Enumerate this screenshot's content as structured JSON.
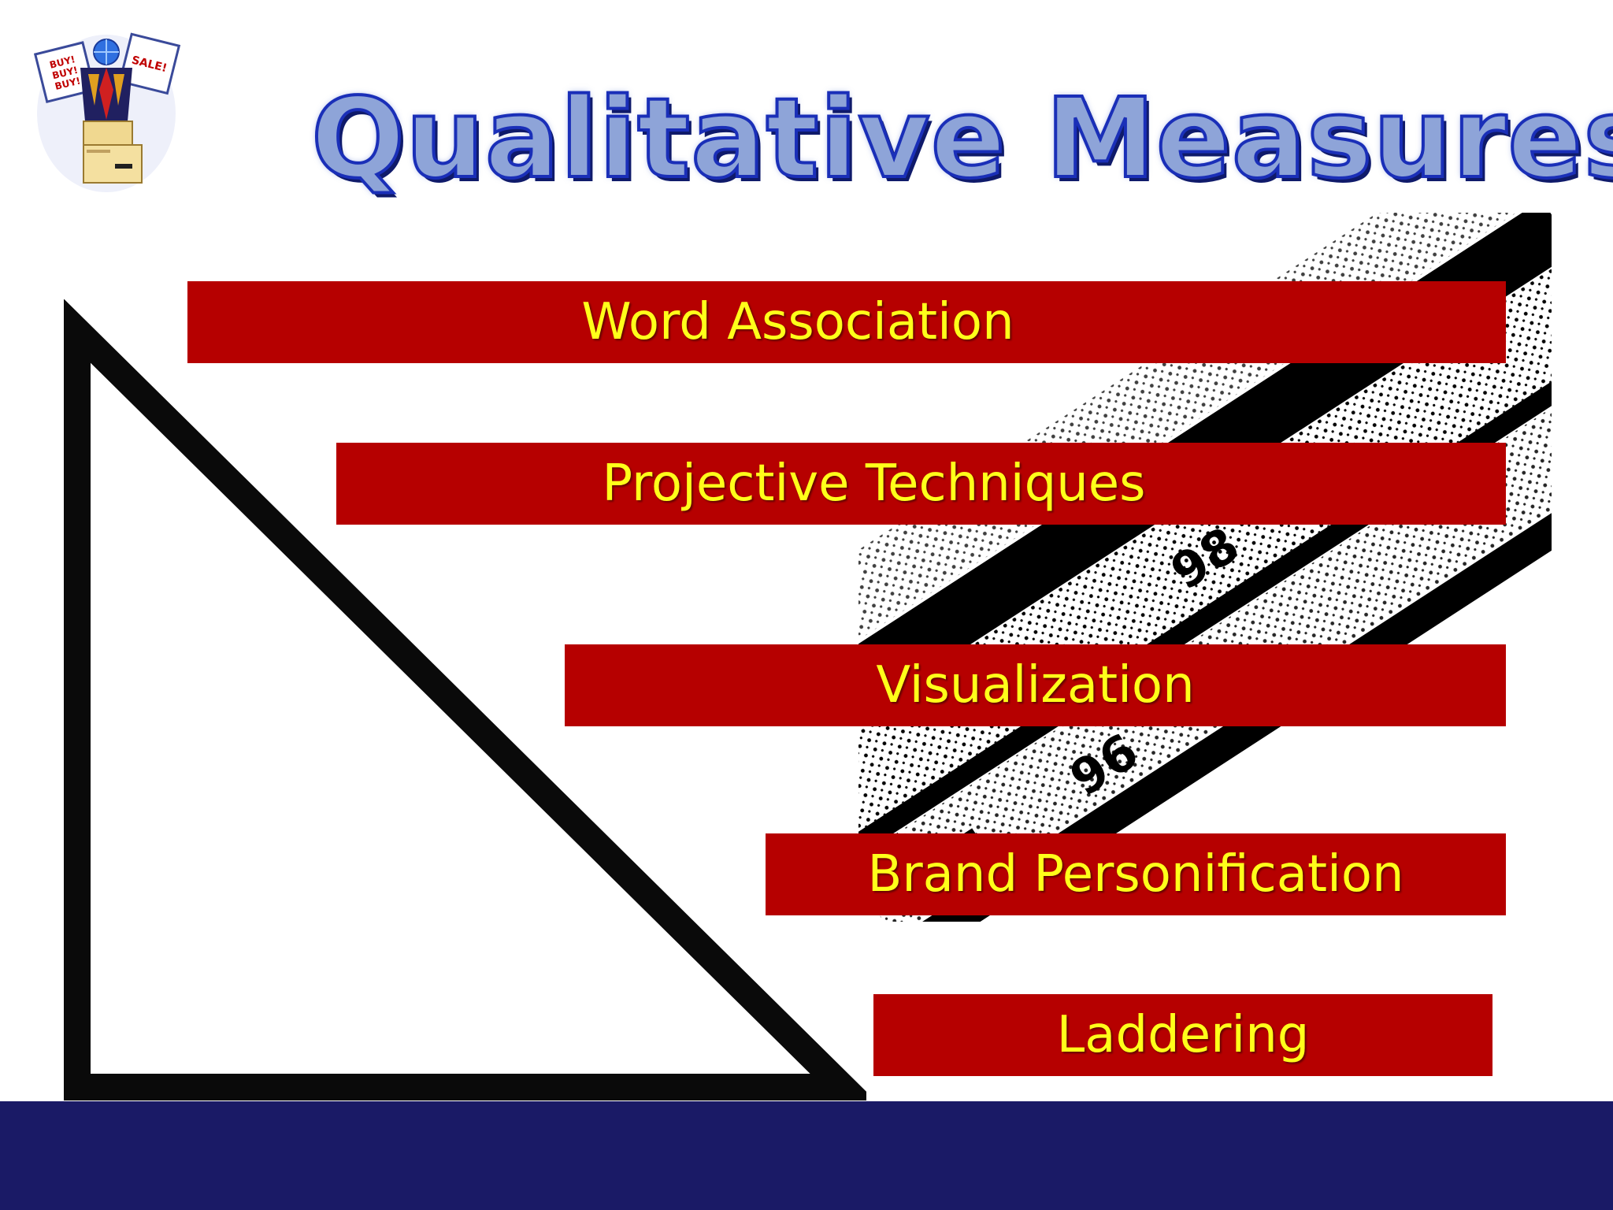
{
  "slide": {
    "title": "Qualitative Measures",
    "logo_icon": "shopping-computer-logo-icon",
    "logo_sign_left": "BUY! BUY! BUY!",
    "logo_sign_right": "SALE!",
    "items": [
      {
        "label": "Word Association"
      },
      {
        "label": "Projective Techniques"
      },
      {
        "label": "Visualization"
      },
      {
        "label": "Brand Personification"
      },
      {
        "label": "Laddering"
      }
    ],
    "colors": {
      "bar_fill": "#b60000",
      "bar_text": "#ffff1a",
      "title_fill": "#8ea4d8",
      "title_outline": "#1a2fb8",
      "footer": "#1a1a66"
    }
  }
}
